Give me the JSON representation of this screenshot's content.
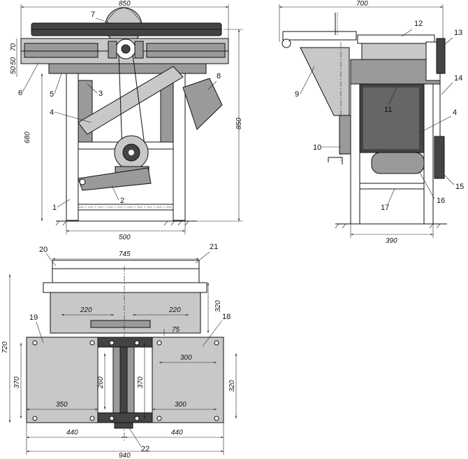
{
  "front_view": {
    "dim_width_total": "850",
    "dim_height_total": "850",
    "dim_height_frame": "680",
    "dim_base_width": "500",
    "dim_top_70": "70",
    "dim_top_50a": "50",
    "dim_top_50b": "50",
    "callouts": [
      "1",
      "2",
      "3",
      "4",
      "5",
      "6",
      "7",
      "8"
    ]
  },
  "side_view": {
    "dim_width_total": "700",
    "dim_base_width": "390",
    "callouts": [
      "9",
      "10",
      "11",
      "12",
      "13",
      "14",
      "15",
      "16",
      "17",
      "4"
    ]
  },
  "plan_view": {
    "dim_table_width": "745",
    "dim_left_220": "220",
    "dim_right_220": "220",
    "dim_depth_320": "320",
    "dim_75": "75",
    "dim_300_top": "300",
    "dim_total_height": "720",
    "dim_left_370": "370",
    "dim_260": "260",
    "dim_center_370": "370",
    "dim_right_320": "320",
    "dim_350": "350",
    "dim_300_bottom": "300",
    "dim_440_left": "440",
    "dim_440_right": "440",
    "dim_total_width": "940",
    "callouts": [
      "18",
      "19",
      "20",
      "21",
      "22"
    ]
  }
}
